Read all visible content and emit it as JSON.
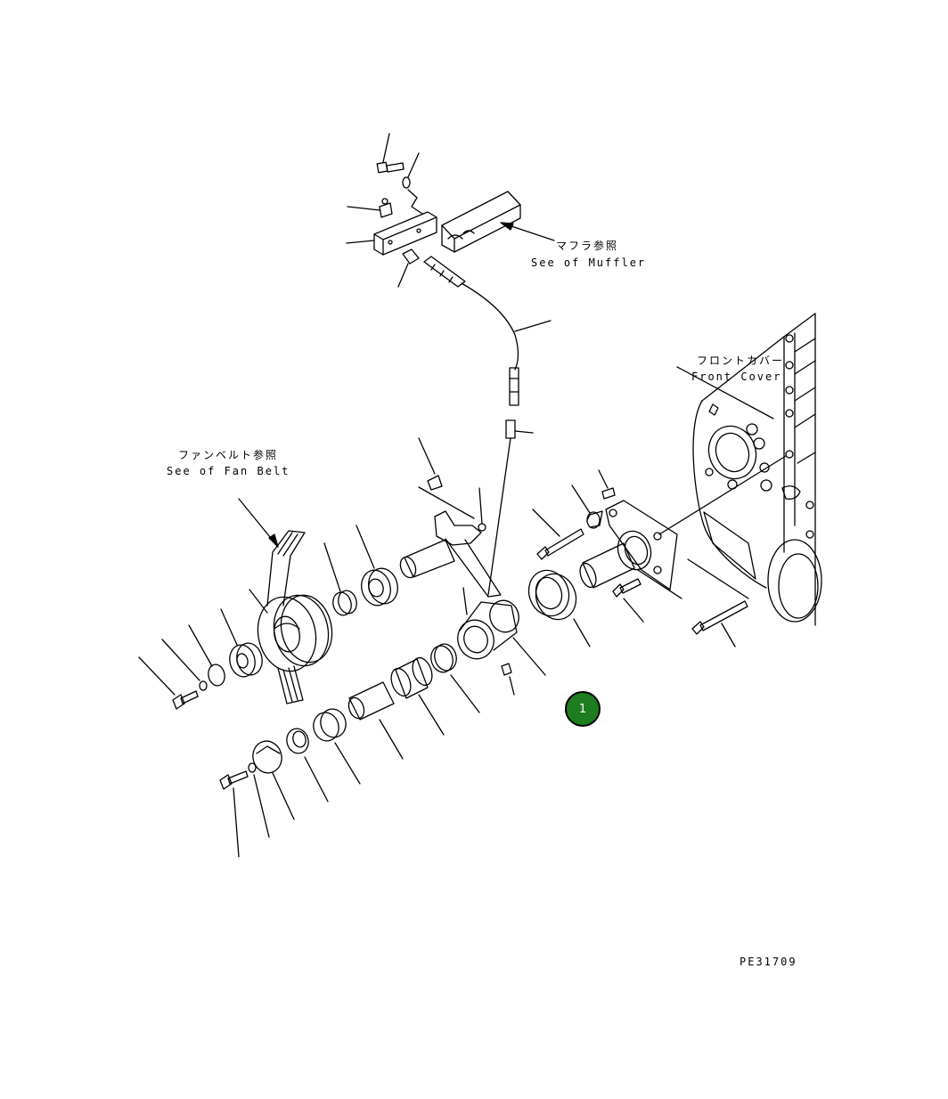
{
  "labels": {
    "muffler_jp": "マフラ参照",
    "muffler_en": "See of Muffler",
    "front_cover_jp": "フロントカバー",
    "front_cover_en": "Front Cover",
    "fan_belt_jp": "ファンベルト参照",
    "fan_belt_en": "See of Fan Belt",
    "drawing_code": "PE31709"
  },
  "callout": {
    "number": "1",
    "color": "#1e7d1e"
  },
  "colors": {
    "line": "#000000",
    "background": "#ffffff"
  }
}
